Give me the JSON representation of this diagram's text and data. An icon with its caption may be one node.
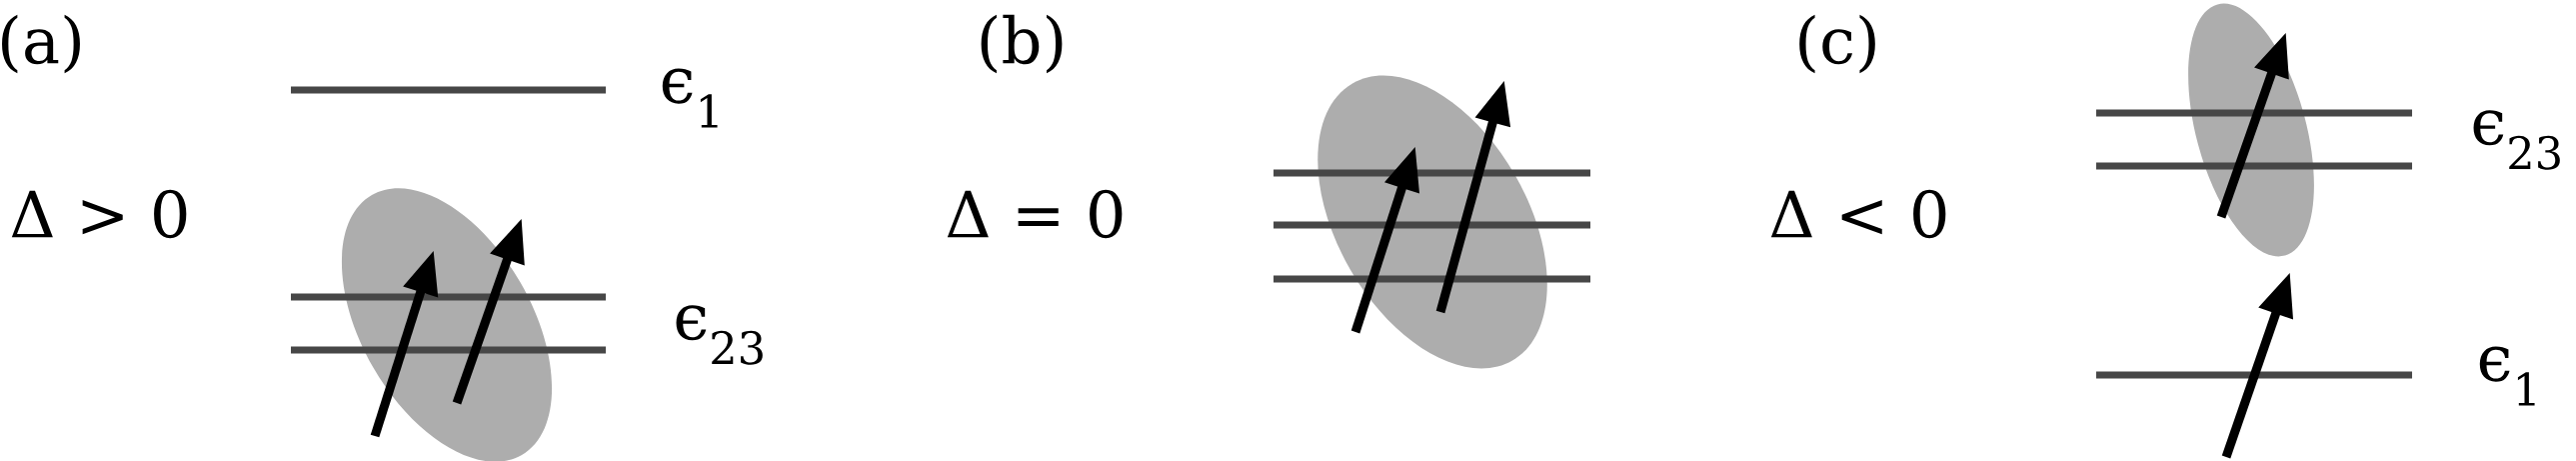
{
  "diagram": {
    "labels": [
      "(a)",
      "Δ > 0",
      "ϵ$_{1}$",
      "ϵ$_{23}$",
      "(b)",
      "Δ = 0",
      "(c)",
      "Δ < 0",
      "ϵ$_{23}$",
      "ϵ$_{1}$"
    ]
  }
}
